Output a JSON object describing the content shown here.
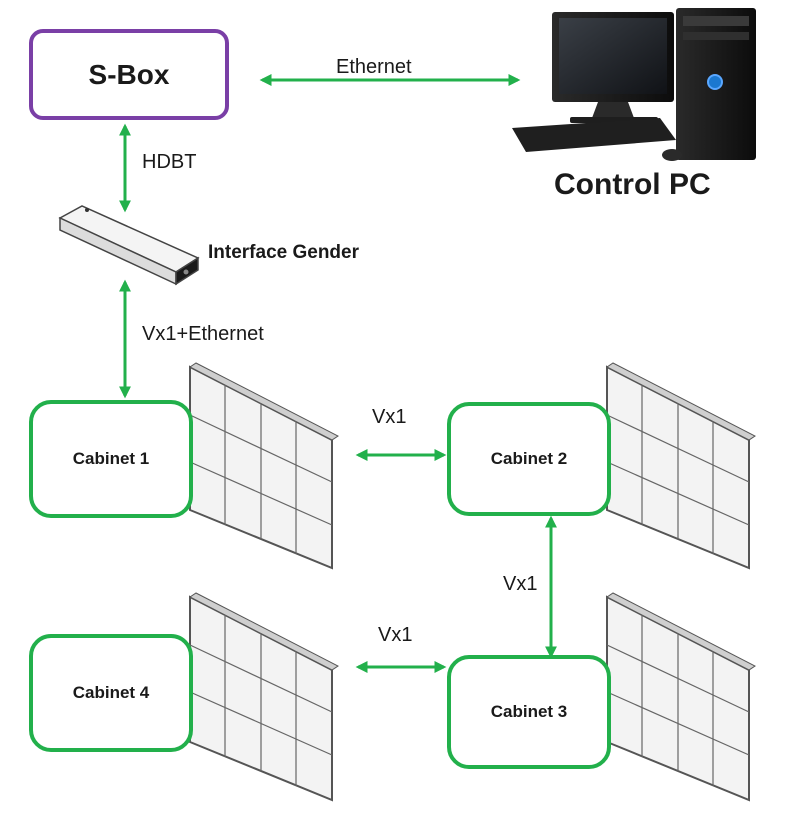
{
  "colors": {
    "link": "#22b04b",
    "sbox_border": "#7a3fa6",
    "cabinet_border": "#22b04b"
  },
  "devices": {
    "sbox": "S-Box",
    "control_pc": "Control PC",
    "interface_gender": "Interface Gender"
  },
  "links": {
    "ethernet": "Ethernet",
    "hdbt": "HDBT",
    "vx1_ethernet": "Vx1+Ethernet",
    "vx1_c1_c2": "Vx1",
    "vx1_c2_c3": "Vx1",
    "vx1_c4_c3": "Vx1"
  },
  "cabinets": [
    "Cabinet 1",
    "Cabinet 2",
    "Cabinet 3",
    "Cabinet 4"
  ]
}
